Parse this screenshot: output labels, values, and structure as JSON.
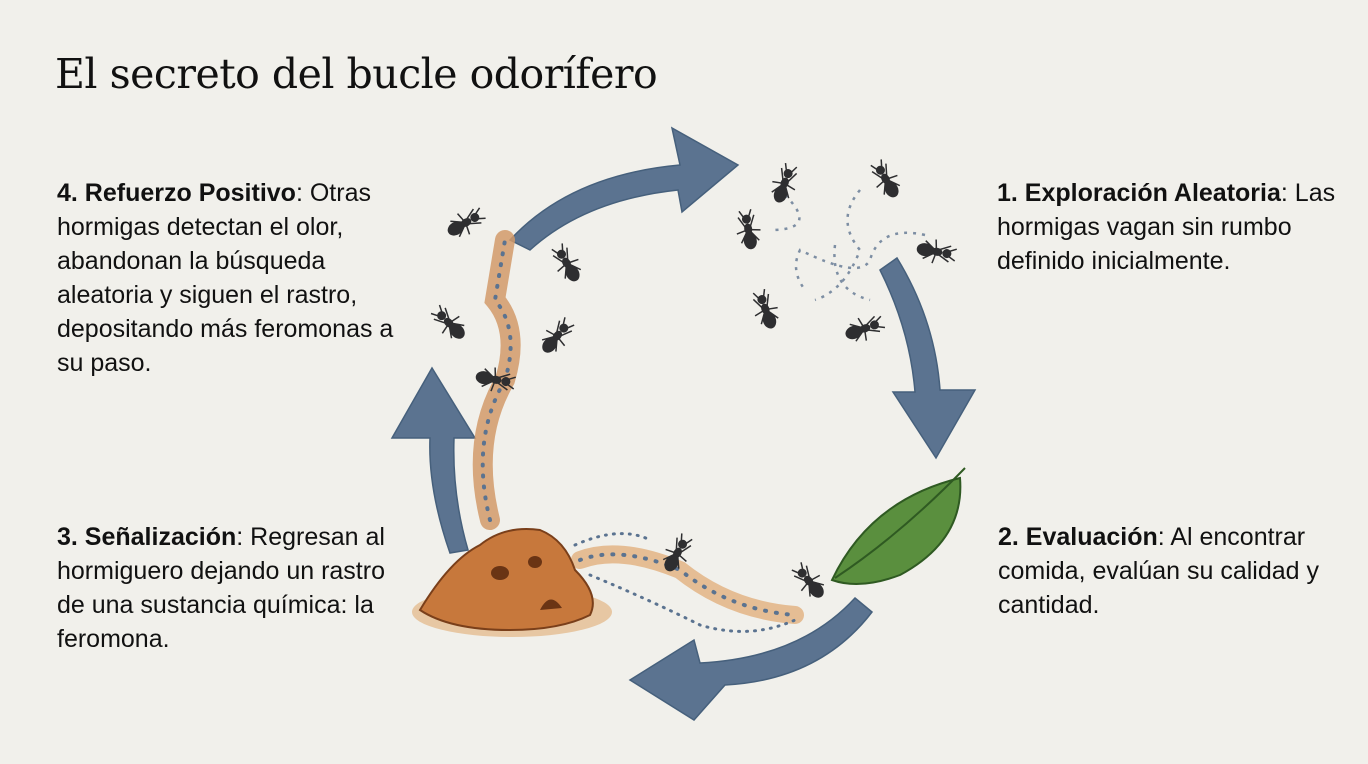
{
  "title": "El secreto del bucle odorífero",
  "steps": [
    {
      "heading": "1. Exploración Aleatoria",
      "text": "Las hormigas vagan sin rumbo definido inicialmente."
    },
    {
      "heading": "2. Evaluación",
      "text": "Al encontrar comida, evalúan su calidad y cantidad."
    },
    {
      "heading": "3. Señalización",
      "text": "Regresan al hormiguero dejando un rastro de una sustancia química: la feromona."
    },
    {
      "heading": "4. Refuerzo Positivo",
      "text": "Otras hormigas detectan el olor, abandonan la búsqueda aleatoria y siguen el rastro, depositando más feromonas a su paso."
    }
  ],
  "colors": {
    "background": "#f1f0eb",
    "arrow": "#5b7390",
    "trail": "#c9824a",
    "leaf": "#5a8f3e",
    "mound": "#c7783c",
    "ant": "#2e2e30"
  }
}
